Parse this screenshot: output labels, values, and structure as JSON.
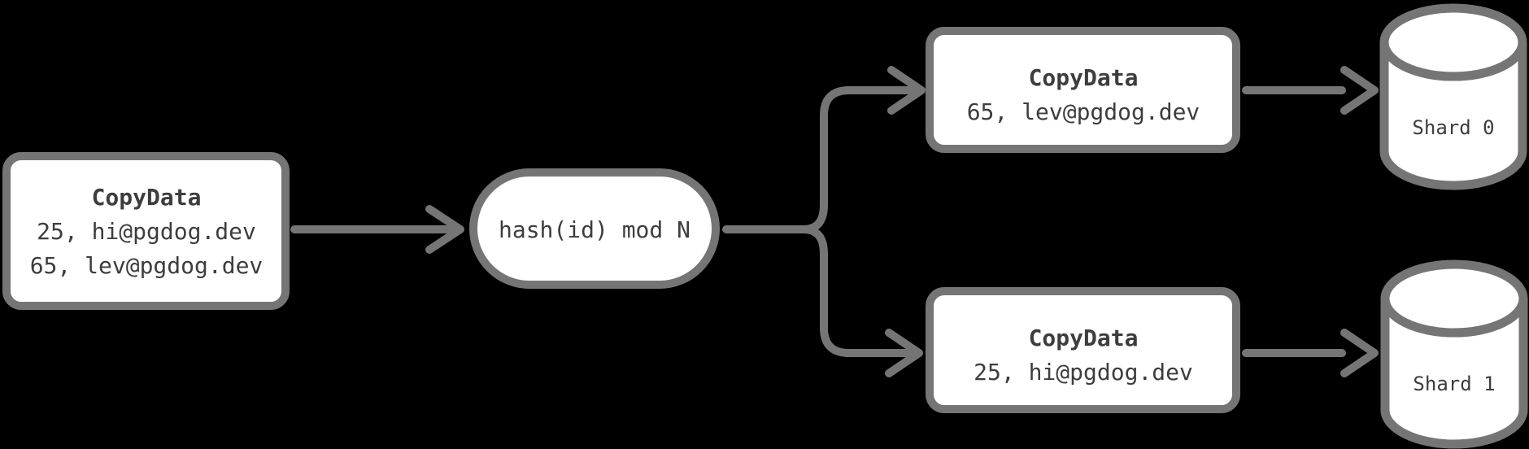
{
  "colors": {
    "background": "#000000",
    "node_fill": "#ffffff",
    "stroke": "#757575",
    "text": "#3d3d3d"
  },
  "nodes": {
    "input_message": {
      "title": "CopyData",
      "rows": [
        "25, hi@pgdog.dev",
        "65, lev@pgdog.dev"
      ]
    },
    "hash_function": {
      "label": "hash(id) mod N"
    },
    "shard0_message": {
      "title": "CopyData",
      "rows": [
        "65, lev@pgdog.dev"
      ]
    },
    "shard1_message": {
      "title": "CopyData",
      "rows": [
        "25, hi@pgdog.dev"
      ]
    },
    "shard0_db": {
      "label": "Shard 0"
    },
    "shard1_db": {
      "label": "Shard 1"
    }
  }
}
